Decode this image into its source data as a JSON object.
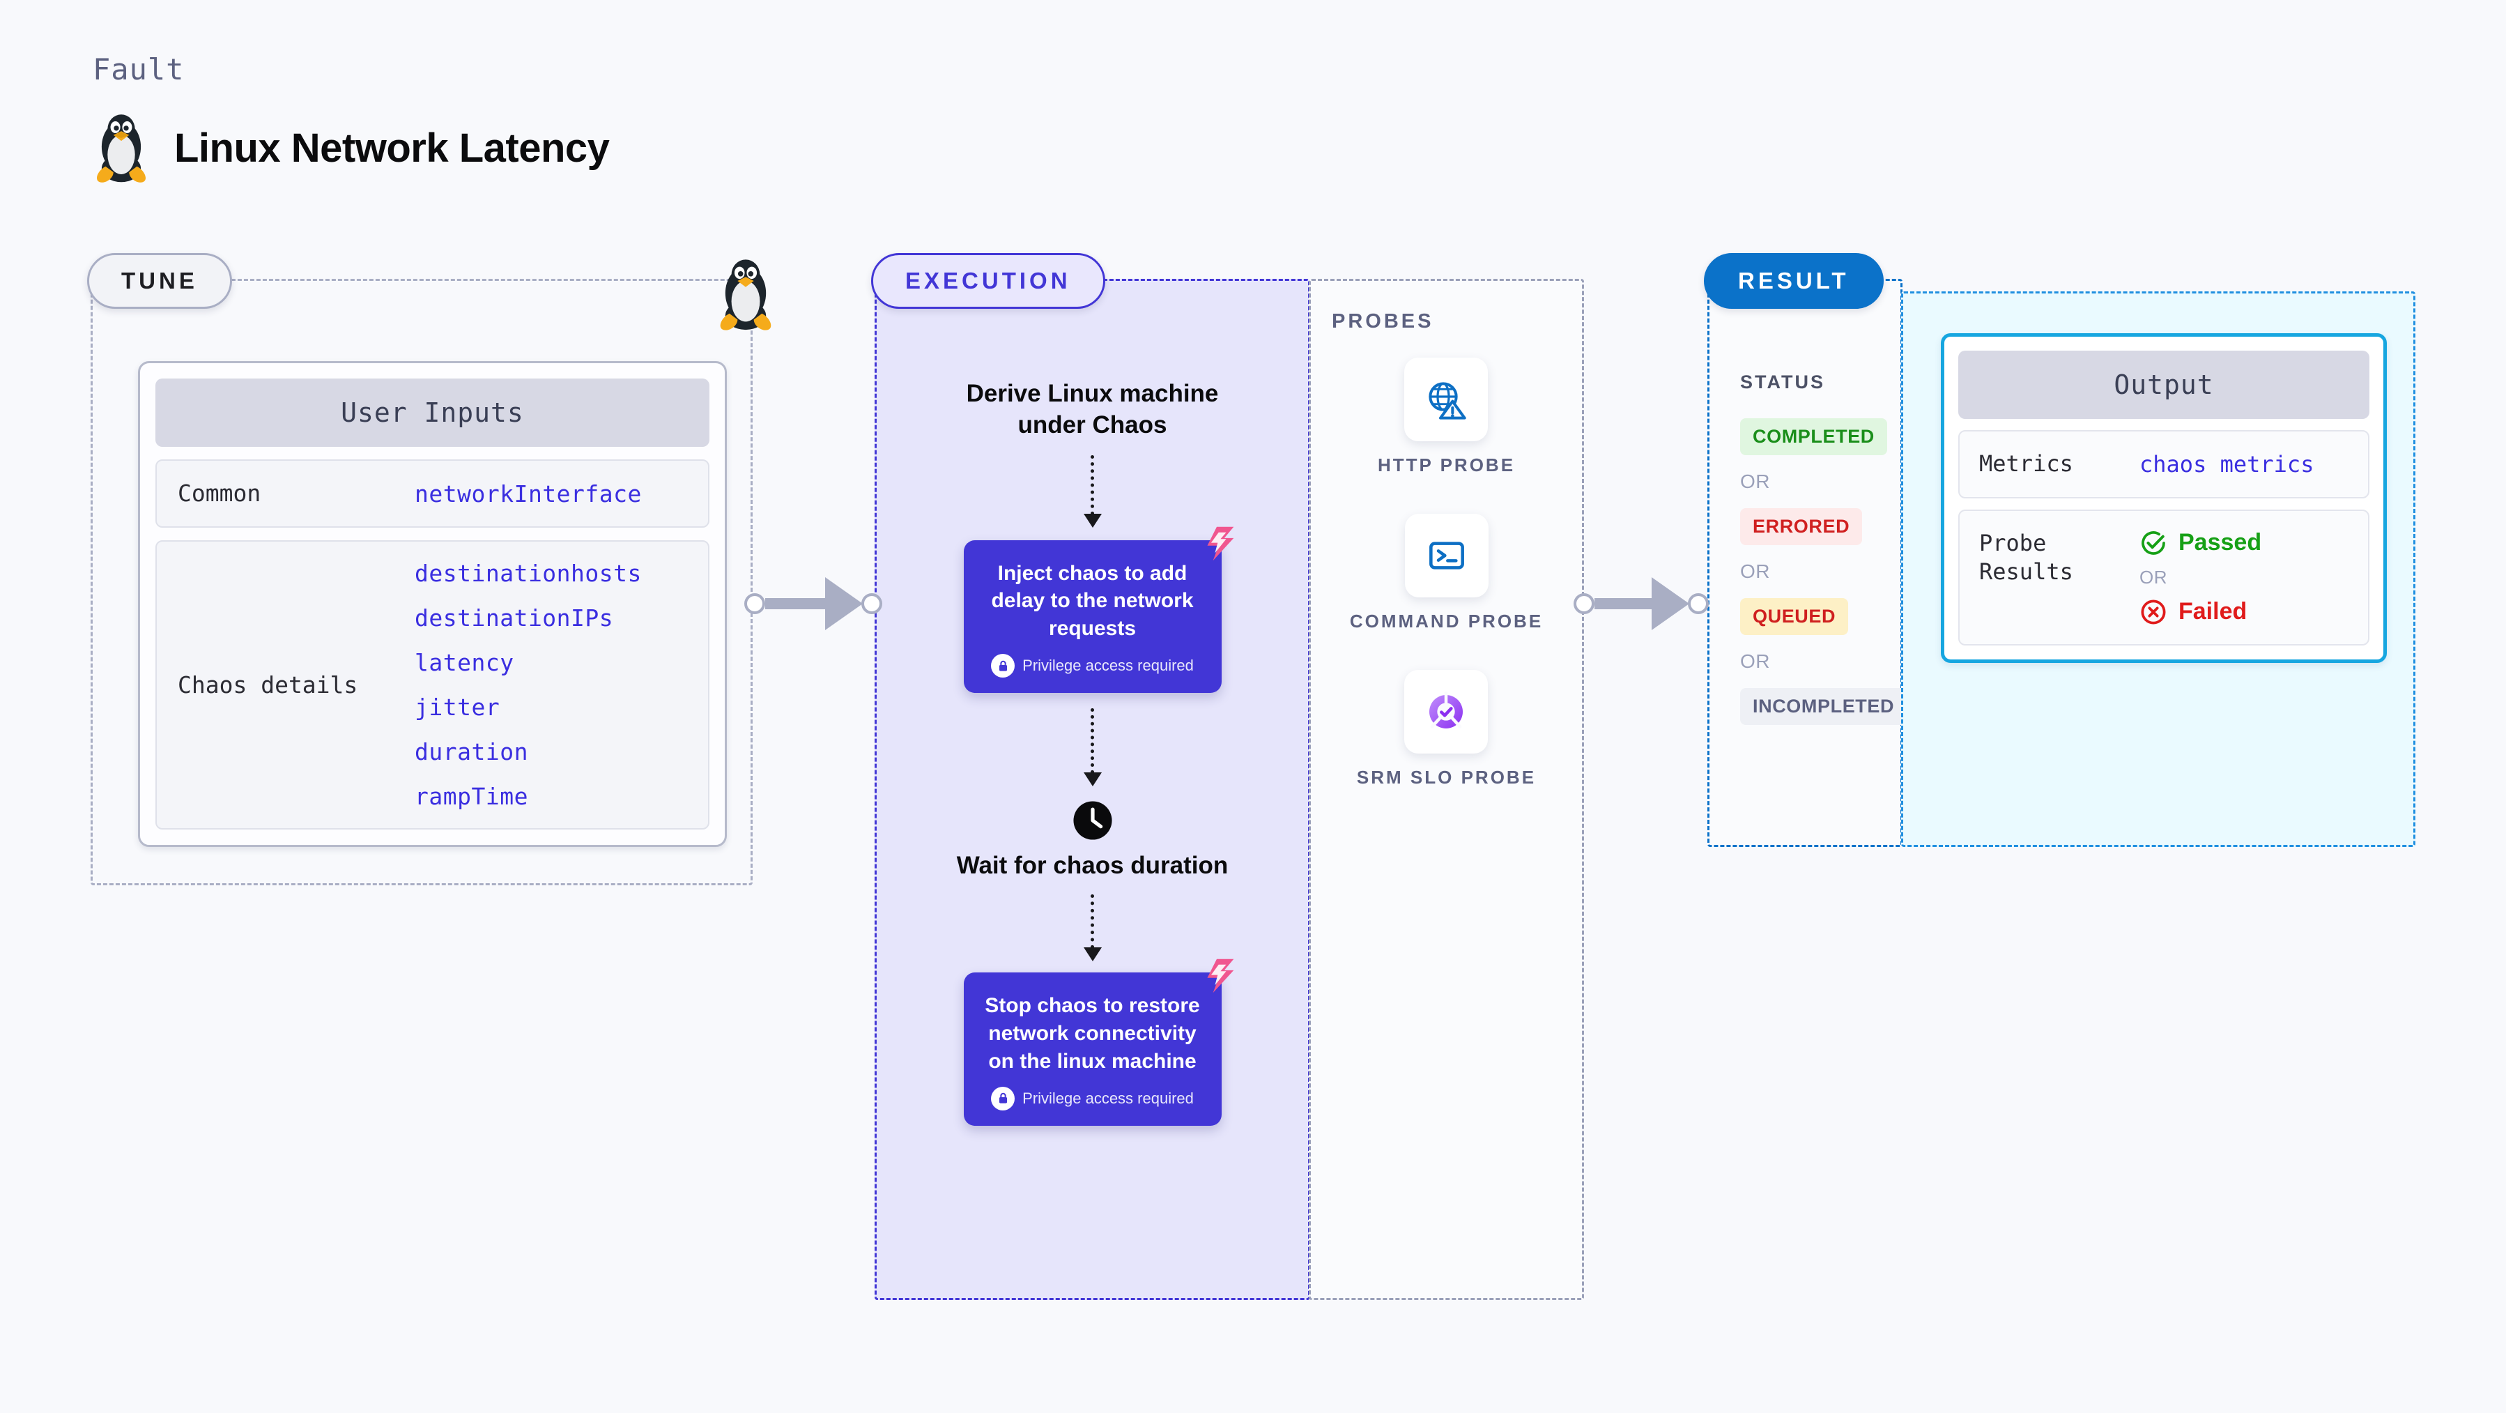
{
  "header": {
    "eyebrow": "Fault",
    "title": "Linux Network Latency",
    "icon": "tux-penguin-icon"
  },
  "tune": {
    "badge": "TUNE",
    "card_title": "User Inputs",
    "rows": [
      {
        "key": "Common",
        "values": [
          "networkInterface"
        ]
      },
      {
        "key": "Chaos details",
        "values": [
          "destinationhosts",
          "destinationIPs",
          "latency",
          "jitter",
          "duration",
          "rampTime"
        ]
      }
    ]
  },
  "execution": {
    "badge": "EXECUTION",
    "steps": [
      {
        "type": "text",
        "label": "Derive Linux machine under Chaos"
      },
      {
        "type": "chaos-card",
        "label": "Inject chaos to add delay to the network requests",
        "note": "Privilege access required",
        "note_icon": "lock-icon",
        "corner_icon": "harness-logo-icon"
      },
      {
        "type": "clock",
        "icon": "clock-icon",
        "label": "Wait for chaos duration"
      },
      {
        "type": "chaos-card",
        "label": "Stop chaos to restore network connectivity on the linux machine",
        "note": "Privilege access required",
        "note_icon": "lock-icon",
        "corner_icon": "harness-logo-icon"
      }
    ]
  },
  "probes": {
    "label": "PROBES",
    "items": [
      {
        "name": "HTTP PROBE",
        "icon": "globe-warning-icon"
      },
      {
        "name": "COMMAND PROBE",
        "icon": "terminal-icon"
      },
      {
        "name": "SRM SLO PROBE",
        "icon": "srm-slo-icon"
      }
    ]
  },
  "result": {
    "badge": "RESULT",
    "status_label": "STATUS",
    "or_label": "OR",
    "statuses": [
      {
        "text": "COMPLETED",
        "style": "completed"
      },
      {
        "text": "ERRORED",
        "style": "errored"
      },
      {
        "text": "QUEUED",
        "style": "queued"
      },
      {
        "text": "INCOMPLETED",
        "style": "incompleted"
      }
    ]
  },
  "output": {
    "card_title": "Output",
    "metrics_key": "Metrics",
    "metrics_value": "chaos metrics",
    "probe_results_key": "Probe Results",
    "passed_label": "Passed",
    "failed_label": "Failed",
    "or_label": "OR"
  },
  "colors": {
    "background": "#f8f9fc",
    "execution_accent": "#4236d6",
    "result_accent": "#0b72c9",
    "output_accent": "#16a6e0",
    "tune_accent": "#a9aec4",
    "mono_value": "#3a2ee0",
    "pass_green": "#16a016",
    "fail_red": "#e01b1b",
    "harness_pink": "#f0568f"
  }
}
